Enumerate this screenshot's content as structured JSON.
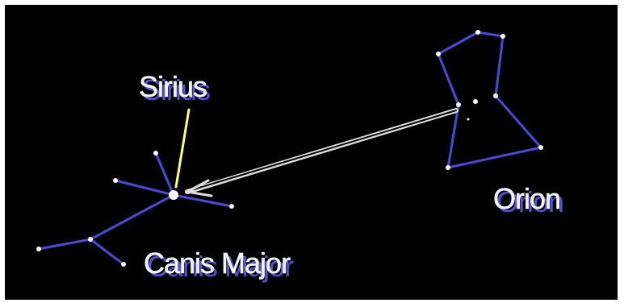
{
  "labels": {
    "sirius": "Sirius",
    "orion": "Orion",
    "canis_major": "Canis Major"
  },
  "colors": {
    "background": "#000000",
    "constellation_line": "#5046d8",
    "pointer_line": "#ffff66",
    "arrow": "#d8d8d8",
    "star": "#ffffff"
  }
}
